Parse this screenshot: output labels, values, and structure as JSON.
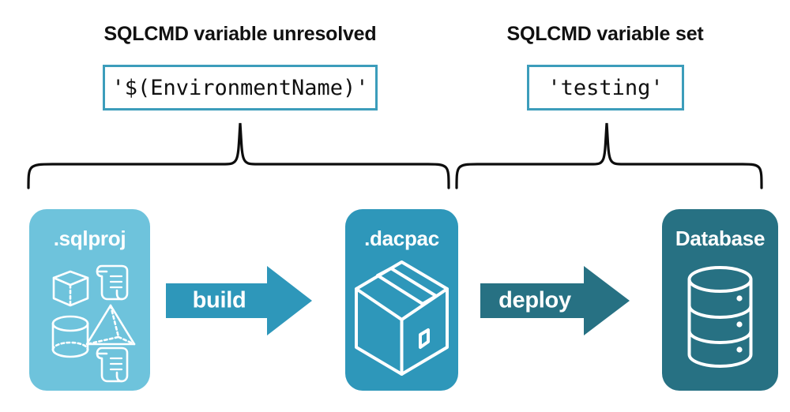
{
  "diagram": {
    "title": "SQLCMD variable resolution in build and deploy pipeline",
    "colors": {
      "sqlproj_fill": "#6ec3dc",
      "dacpac_fill": "#2e97ba",
      "database_fill": "#277183",
      "build_arrow_fill": "#2e97ba",
      "deploy_arrow_fill": "#277183",
      "codebox_border": "#3c9dbb",
      "brace_stroke": "#0d0d0d",
      "text_dark": "#111111",
      "text_light": "#ffffff",
      "background": "#ffffff"
    }
  },
  "headings": {
    "left": "SQLCMD variable unresolved",
    "right": "SQLCMD variable set"
  },
  "code_values": {
    "left": "'$(EnvironmentName)'",
    "right": "'testing'"
  },
  "stages": [
    {
      "id": "sqlproj",
      "label": ".sqlproj",
      "icons": [
        "cube-icon",
        "scroll-icon",
        "pyramid-icon",
        "cylinder-icon",
        "scroll-icon"
      ]
    },
    {
      "id": "dacpac",
      "label": ".dacpac",
      "icons": [
        "package-box-icon"
      ]
    },
    {
      "id": "database",
      "label": "Database",
      "icons": [
        "database-cylinder-icon"
      ]
    }
  ],
  "arrows": [
    {
      "id": "build",
      "label": "build"
    },
    {
      "id": "deploy",
      "label": "deploy"
    }
  ],
  "braces": [
    {
      "id": "left-brace",
      "spans": [
        "sqlproj",
        "build",
        "dacpac"
      ],
      "points_to": "left"
    },
    {
      "id": "right-brace",
      "spans": [
        "deploy",
        "database"
      ],
      "points_to": "right"
    }
  ]
}
